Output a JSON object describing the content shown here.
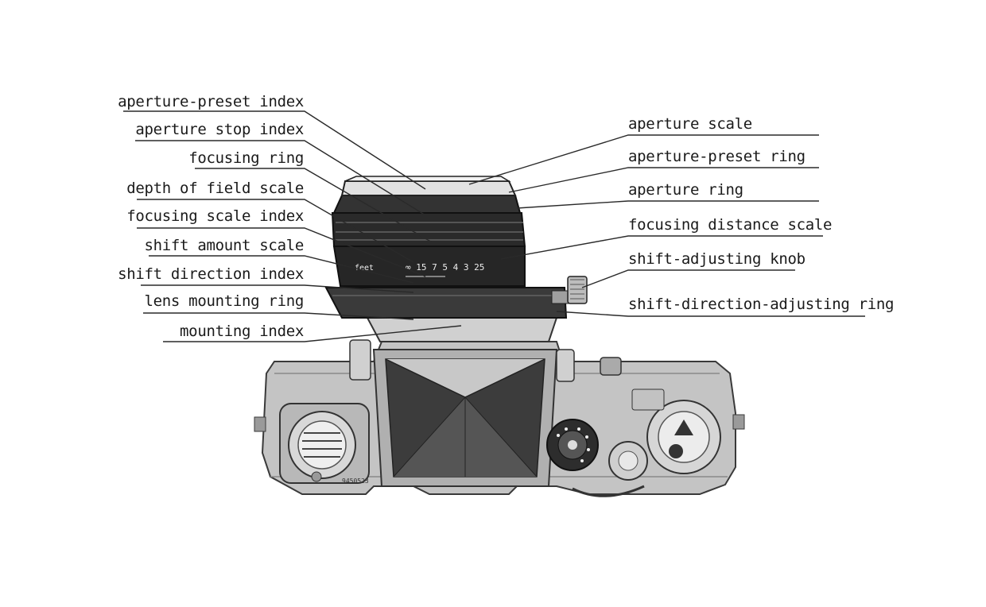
{
  "labels_left": [
    "aperture-preset index",
    "aperture stop index",
    "focusing ring",
    "depth of field scale",
    "focusing scale index",
    "shift amount scale",
    "shift direction index",
    "lens mounting ring",
    "mounting index"
  ],
  "labels_right": [
    "aperture scale",
    "aperture-preset ring",
    "aperture ring",
    "focusing distance scale",
    "shift-adjusting knob",
    "shift-direction-adjusting ring"
  ],
  "lens_scale_text": "∞ 15  7  5  4  3  25",
  "lens_feet_text": "feet",
  "body_serial_text": "9450523",
  "colors": {
    "ink": "#1a1a1a",
    "metal": "#bdbdbd",
    "dark": "#2b2b2b"
  }
}
